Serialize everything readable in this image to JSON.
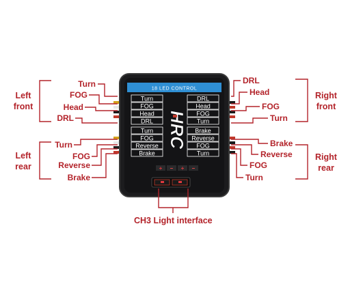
{
  "module": {
    "header": "18 LED CONTROL",
    "left_channels_top": [
      "Turn",
      "FOG",
      "Head",
      "DRL"
    ],
    "right_channels_top": [
      "DRL",
      "Head",
      "FOG",
      "Turn"
    ],
    "left_channels_bottom": [
      "Turn",
      "FOG",
      "Reverse",
      "Brake"
    ],
    "right_channels_bottom": [
      "Brake",
      "Reverse",
      "FOG",
      "Turn"
    ],
    "brand": "HRC"
  },
  "groups": {
    "left_front": [
      "Left",
      "front"
    ],
    "left_rear": [
      "Left",
      "rear"
    ],
    "right_front": [
      "Right",
      "front"
    ],
    "right_rear": [
      "Right",
      "rear"
    ]
  },
  "callouts": {
    "left_front": [
      "Turn",
      "FOG",
      "Head",
      "DRL"
    ],
    "left_rear": [
      "Turn",
      "FOG",
      "Reverse",
      "Brake"
    ],
    "right_front": [
      "DRL",
      "Head",
      "FOG",
      "Turn"
    ],
    "right_rear": [
      "Brake",
      "Reverse",
      "FOG",
      "Turn"
    ]
  },
  "bottom_label": "CH3 Light interface",
  "colors": {
    "annotation_red": "#b3232a",
    "module_body": "#1c1c1e",
    "header_blue": "#2f8fd4"
  }
}
